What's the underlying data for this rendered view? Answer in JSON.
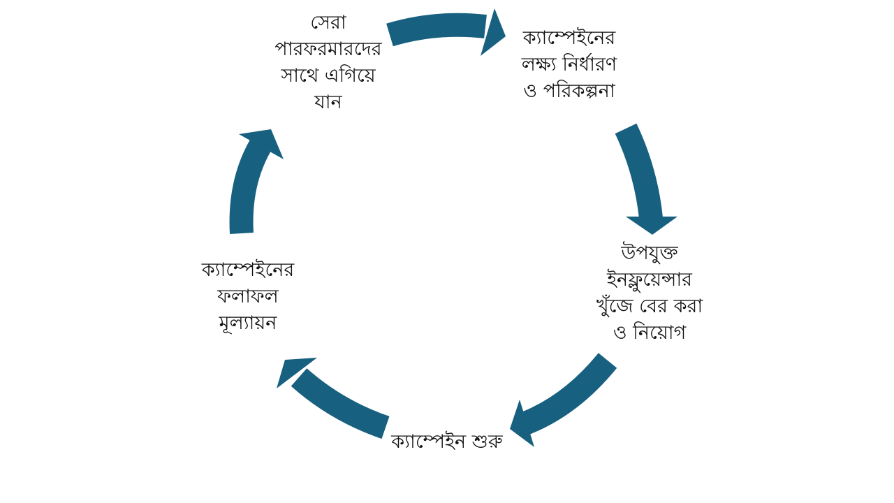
{
  "diagram": {
    "arrow_color": "#17607f",
    "steps": [
      {
        "label": "ক্যাম্পেইনের\nলক্ষ্য নির্ধারণ\nও পরিকল্পনা"
      },
      {
        "label": "উপযুক্ত\nইনফ্লুয়েন্সার\nখুঁজে বের করা\nও নিয়োগ"
      },
      {
        "label": "ক্যাম্পেইন শুরু"
      },
      {
        "label": "ক্যাম্পেইনের\nফলাফল\nমূল্যায়ন"
      },
      {
        "label": "সেরা\nপারফরমারদের\nসাথে এগিয়ে\nযান"
      }
    ]
  }
}
